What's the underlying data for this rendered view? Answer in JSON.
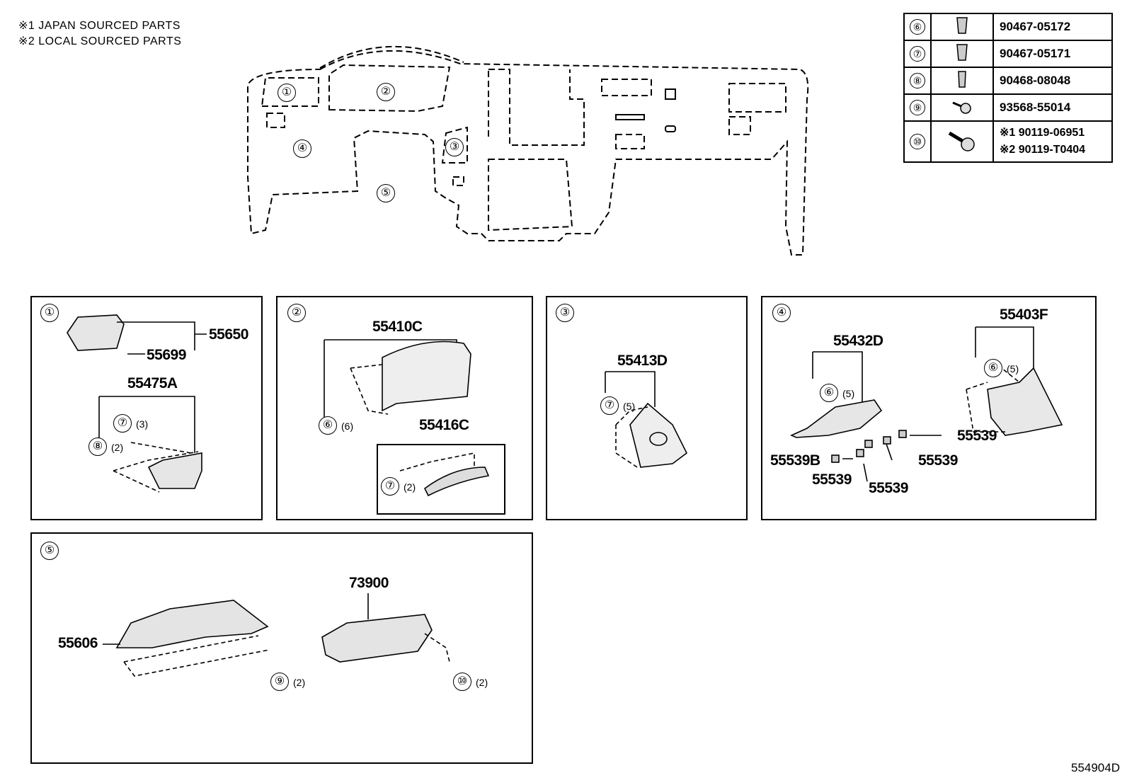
{
  "notes": [
    "※1 JAPAN SOURCED PARTS",
    "※2 LOCAL SOURCED PARTS"
  ],
  "overview_regions": [
    "①",
    "②",
    "③",
    "④",
    "⑤"
  ],
  "fasteners": [
    {
      "ref": "⑥",
      "icon": "clip-icon",
      "part": "90467-05172"
    },
    {
      "ref": "⑦",
      "icon": "clip-icon",
      "part": "90467-05171"
    },
    {
      "ref": "⑧",
      "icon": "clip-icon",
      "part": "90468-08048"
    },
    {
      "ref": "⑨",
      "icon": "screw-icon",
      "part": "93568-55014"
    },
    {
      "ref": "⑩",
      "icon": "bolt-icon",
      "parts": [
        "※1 90119-06951",
        "※2 90119-T0404"
      ]
    }
  ],
  "panels": {
    "p1": {
      "ref": "①",
      "parts": [
        "55650",
        "55699",
        "55475A"
      ],
      "callouts": [
        {
          "ref": "⑦",
          "qty": "(3)"
        },
        {
          "ref": "⑧",
          "qty": "(2)"
        }
      ]
    },
    "p2": {
      "ref": "②",
      "parts": [
        "55410C",
        "55416C"
      ],
      "callouts": [
        {
          "ref": "⑥",
          "qty": "(6)"
        },
        {
          "ref": "⑦",
          "qty": "(2)"
        }
      ]
    },
    "p3": {
      "ref": "③",
      "parts": [
        "55413D"
      ],
      "callouts": [
        {
          "ref": "⑦",
          "qty": "(5)"
        }
      ]
    },
    "p4": {
      "ref": "④",
      "parts": [
        "55432D",
        "55403F",
        "55539",
        "55539B",
        "55539",
        "55539",
        "55539"
      ],
      "callouts": [
        {
          "ref": "⑥",
          "qty": "(5)"
        },
        {
          "ref": "⑥",
          "qty": "(5)"
        }
      ]
    },
    "p5": {
      "ref": "⑤",
      "parts": [
        "73900",
        "55606"
      ],
      "callouts": [
        {
          "ref": "⑨",
          "qty": "(2)"
        },
        {
          "ref": "⑩",
          "qty": "(2)"
        }
      ]
    }
  },
  "diagram_id": "554904D"
}
